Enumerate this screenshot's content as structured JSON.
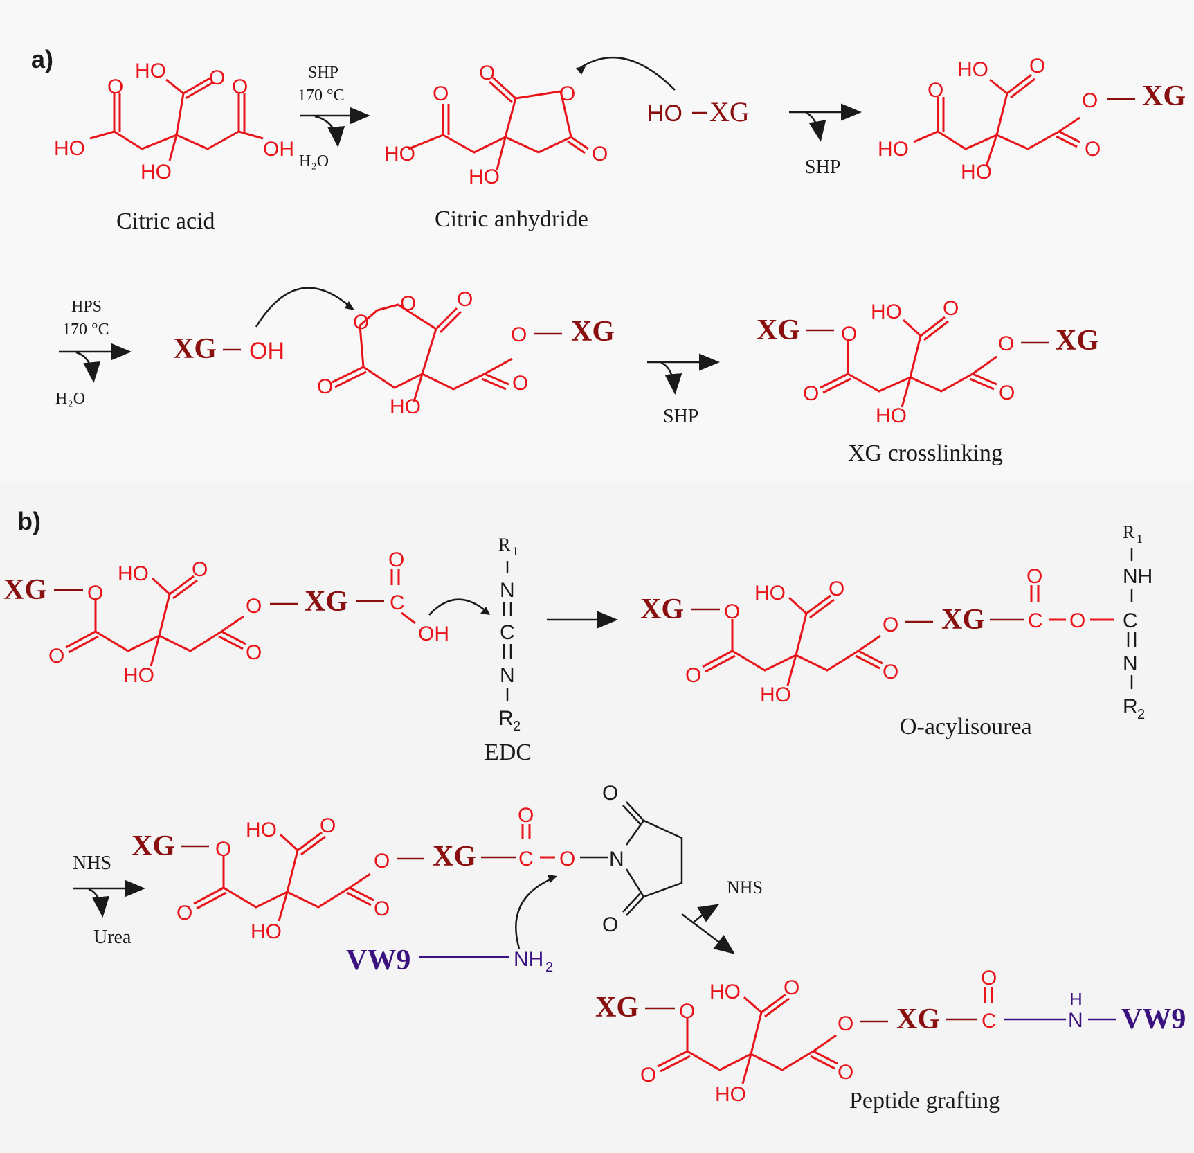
{
  "panels": {
    "a": {
      "label": "a)",
      "citric_acid": "Citric acid",
      "citric_anhydride": "Citric anhydride",
      "xg_crosslinking": "XG crosslinking",
      "cond1": {
        "top": "SHP",
        "mid": "170 °C",
        "bottom": "H₂O"
      },
      "cond2": {
        "bottom": "SHP"
      },
      "cond3": {
        "top": "HPS",
        "mid": "170 °C",
        "bottom": "H₂O"
      },
      "cond4": {
        "bottom": "SHP"
      }
    },
    "b": {
      "label": "b)",
      "edc": "EDC",
      "o_acylisourea": "O-acylisourea",
      "peptide_grafting": "Peptide grafting",
      "cond_nhs": {
        "top": "NHS",
        "bottom": "Urea"
      },
      "nhs_leaving": "NHS"
    }
  },
  "atoms": {
    "HO": "HO",
    "OH": "OH",
    "O": "O",
    "XG": "XG",
    "VW9": "VW9",
    "NH2": "NH",
    "NH2_sub": "2",
    "N": "N",
    "C": "C",
    "NH": "NH",
    "H": "H",
    "R": "R",
    "sub1": "1",
    "sub2": "2"
  },
  "colors": {
    "molecule": "#e8141a",
    "xg": "#8a1010",
    "peptide": "#3b1380",
    "reagent": "#1a1a1a"
  }
}
